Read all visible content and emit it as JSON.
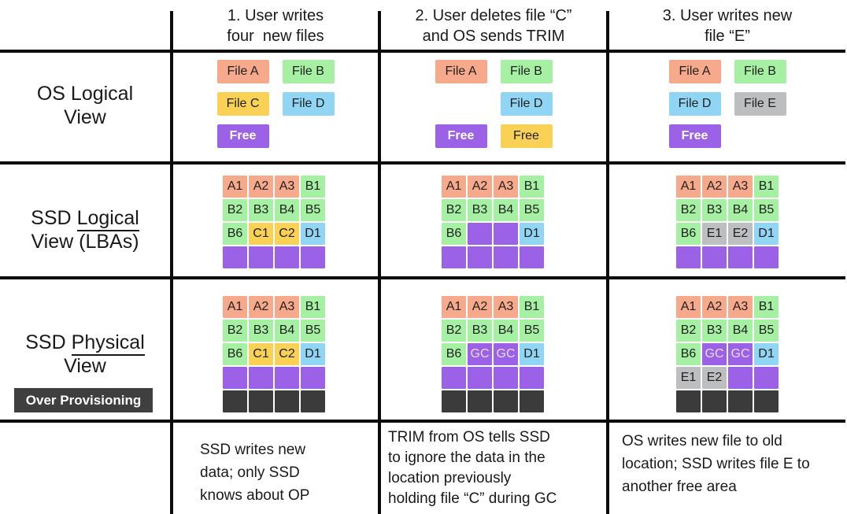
{
  "styles": {
    "fileA": {
      "bg": "#F6A98B",
      "fg": "#1f1f1f"
    },
    "fileB": {
      "bg": "#A6F0A3",
      "fg": "#1f1f1f"
    },
    "fileC": {
      "bg": "#F8D155",
      "fg": "#1f1f1f"
    },
    "fileD": {
      "bg": "#90D5F4",
      "fg": "#1f1f1f"
    },
    "fileE": {
      "bg": "#BDBEC0",
      "fg": "#1f1f1f"
    },
    "free": {
      "bg": "#9B62E7",
      "fg": "#ffffff",
      "bold": true
    },
    "freeCell": {
      "bg": "#9B62E7",
      "fg": "#ffffff"
    },
    "gc": {
      "bg": "#9B62E7",
      "fg": "#ECDAEF"
    },
    "op": {
      "bg": "#3B3B3B",
      "fg": "#ffffff"
    }
  },
  "left_column": {
    "os_view_line1": "OS Logical",
    "os_view_line2": "View",
    "logical_pre": "SSD",
    "logical_word": "Logical",
    "logical_line2": "View (LBAs)",
    "physical_pre": "SSD",
    "physical_word": "Physical",
    "physical_line2": "View",
    "op_badge": "Over Provisioning"
  },
  "columns": [
    {
      "header_lines": [
        "1. User writes",
        "four  new files"
      ],
      "chips": [
        [
          "File A:fileA",
          "File B:fileB"
        ],
        [
          "File C:fileC",
          "File D:fileD"
        ],
        [
          "Free:free",
          ""
        ]
      ],
      "logical_grid": [
        [
          "A1:fileA",
          "A2:fileA",
          "A3:fileA",
          "B1:fileB"
        ],
        [
          "B2:fileB",
          "B3:fileB",
          "B4:fileB",
          "B5:fileB"
        ],
        [
          "B6:fileB",
          "C1:fileC",
          "C2:fileC",
          "D1:fileD"
        ],
        [
          ":freeCell",
          ":freeCell",
          ":freeCell",
          ":freeCell"
        ]
      ],
      "physical_grid": [
        [
          "A1:fileA",
          "A2:fileA",
          "A3:fileA",
          "B1:fileB"
        ],
        [
          "B2:fileB",
          "B3:fileB",
          "B4:fileB",
          "B5:fileB"
        ],
        [
          "B6:fileB",
          "C1:fileC",
          "C2:fileC",
          "D1:fileD"
        ],
        [
          ":freeCell",
          ":freeCell",
          ":freeCell",
          ":freeCell"
        ],
        [
          ":op",
          ":op",
          ":op",
          ":op"
        ]
      ],
      "caption_lines": [
        "SSD writes new",
        "data; only SSD",
        "knows about OP"
      ]
    },
    {
      "header_lines": [
        "2. User deletes file “C”",
        "and OS sends TRIM"
      ],
      "chips": [
        [
          "File A:fileA",
          "File B:fileB"
        ],
        [
          "",
          "File D:fileD"
        ],
        [
          "Free:free",
          "Free:fileC"
        ]
      ],
      "logical_grid": [
        [
          "A1:fileA",
          "A2:fileA",
          "A3:fileA",
          "B1:fileB"
        ],
        [
          "B2:fileB",
          "B3:fileB",
          "B4:fileB",
          "B5:fileB"
        ],
        [
          "B6:fileB",
          ":freeCell",
          ":freeCell",
          "D1:fileD"
        ],
        [
          ":freeCell",
          ":freeCell",
          ":freeCell",
          ":freeCell"
        ]
      ],
      "physical_grid": [
        [
          "A1:fileA",
          "A2:fileA",
          "A3:fileA",
          "B1:fileB"
        ],
        [
          "B2:fileB",
          "B3:fileB",
          "B4:fileB",
          "B5:fileB"
        ],
        [
          "B6:fileB",
          "GC:gc",
          "GC:gc",
          "D1:fileD"
        ],
        [
          ":freeCell",
          ":freeCell",
          ":freeCell",
          ":freeCell"
        ],
        [
          ":op",
          ":op",
          ":op",
          ":op"
        ]
      ],
      "caption_lines": [
        "TRIM from OS tells SSD",
        "to ignore the data in the",
        "location previously",
        "holding file “C” during GC"
      ]
    },
    {
      "header_lines": [
        "3. User writes new",
        "file “E”"
      ],
      "chips": [
        [
          "File A:fileA",
          "File B:fileB"
        ],
        [
          "File D:fileD",
          "File E:fileE"
        ],
        [
          "Free:free",
          ""
        ]
      ],
      "logical_grid": [
        [
          "A1:fileA",
          "A2:fileA",
          "A3:fileA",
          "B1:fileB"
        ],
        [
          "B2:fileB",
          "B3:fileB",
          "B4:fileB",
          "B5:fileB"
        ],
        [
          "B6:fileB",
          "E1:fileE",
          "E2:fileE",
          "D1:fileD"
        ],
        [
          ":freeCell",
          ":freeCell",
          ":freeCell",
          ":freeCell"
        ]
      ],
      "physical_grid": [
        [
          "A1:fileA",
          "A2:fileA",
          "A3:fileA",
          "B1:fileB"
        ],
        [
          "B2:fileB",
          "B3:fileB",
          "B4:fileB",
          "B5:fileB"
        ],
        [
          "B6:fileB",
          "GC:gc",
          "GC:gc",
          "D1:fileD"
        ],
        [
          "E1:fileE",
          "E2:fileE",
          ":freeCell",
          ":freeCell"
        ],
        [
          ":op",
          ":op",
          ":op",
          ":op"
        ]
      ],
      "caption_lines": [
        "OS writes new file to old",
        "location; SSD writes file E to",
        "another free area"
      ]
    }
  ]
}
